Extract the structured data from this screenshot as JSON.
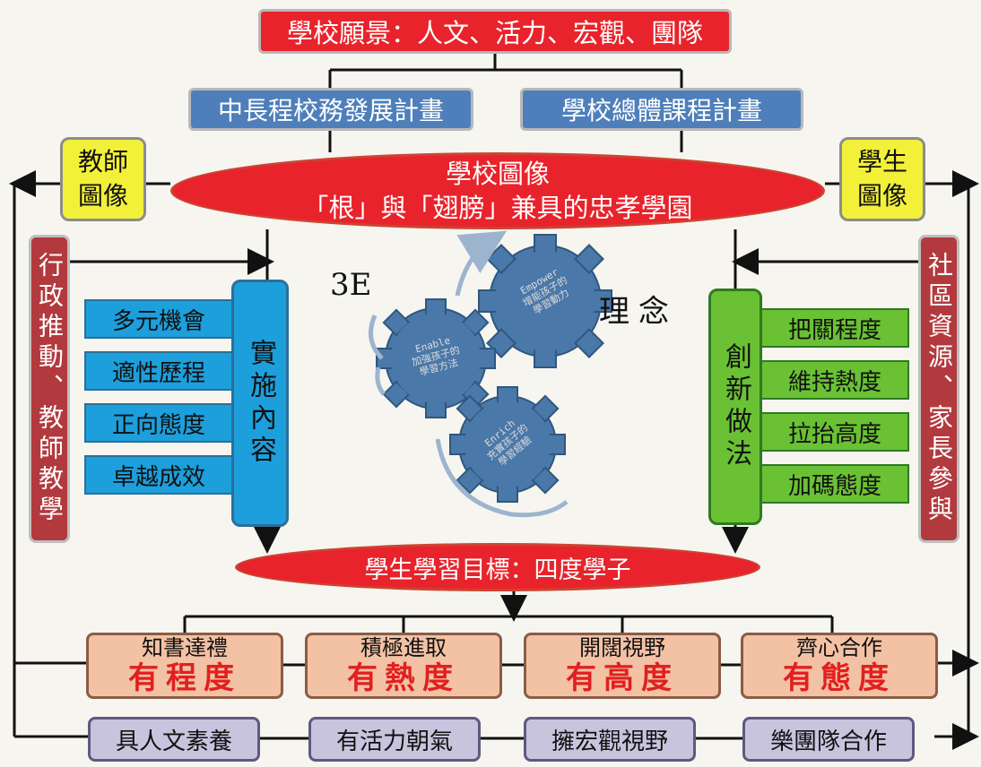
{
  "vision": "學校願景：人文、活力、宏觀、團隊",
  "plans": [
    "中長程校務發展計畫",
    "學校總體課程計畫"
  ],
  "teacher_image": "教師圖像",
  "student_image": "學生圖像",
  "school_image": {
    "line1": "學校圖像",
    "line2": "「根」與「翅膀」兼具的忠孝學園"
  },
  "admin": "行政推動、教師教學",
  "community": "社區資源、家長參與",
  "implementation": {
    "title": "實施內容",
    "items": [
      "多元機會",
      "適性歷程",
      "正向態度",
      "卓越成效"
    ]
  },
  "innovation": {
    "title": "創新做法",
    "items": [
      "把關程度",
      "維持熱度",
      "拉抬高度",
      "加碼態度"
    ]
  },
  "concept": {
    "label": "3E",
    "title": "理念"
  },
  "gears": [
    {
      "en": "Empower",
      "zh1": "增能孩子的",
      "zh2": "學習動力"
    },
    {
      "en": "Enable",
      "zh1": "加強孩子的",
      "zh2": "學習方法"
    },
    {
      "en": "Enrich",
      "zh1": "充實孩子的",
      "zh2": "學習經驗"
    }
  ],
  "goal": "學生學習目標：四度學子",
  "goals": [
    {
      "top": "知書達禮",
      "big": "有程度"
    },
    {
      "top": "積極進取",
      "big": "有熱度"
    },
    {
      "top": "開闊視野",
      "big": "有高度"
    },
    {
      "top": "齊心合作",
      "big": "有態度"
    }
  ],
  "literacy": [
    "具人文素養",
    "有活力朝氣",
    "擁宏觀視野",
    "樂團隊合作"
  ]
}
